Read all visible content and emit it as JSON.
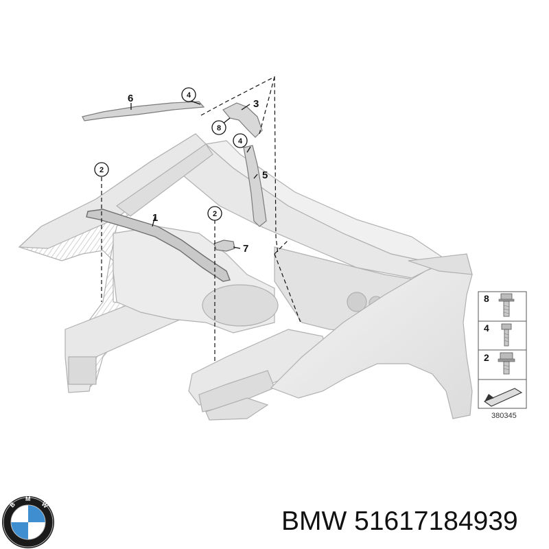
{
  "diagram": {
    "callouts": {
      "p1": "1",
      "p3": "3",
      "p5": "5",
      "p6": "6",
      "p7": "7"
    },
    "circled": {
      "c4a": "4",
      "c8": "8",
      "c4b": "4",
      "c2a": "2",
      "c2b": "2"
    },
    "legend": {
      "items": [
        {
          "num": "8",
          "icon": "flange-bolt-icon"
        },
        {
          "num": "4",
          "icon": "hex-bolt-icon"
        },
        {
          "num": "2",
          "icon": "flange-bolt-short-icon"
        }
      ],
      "nav_icon": "arrow-right-icon",
      "ref_code": "380345"
    }
  },
  "caption": {
    "brand": "BMW",
    "part_number": "51617184939"
  },
  "colors": {
    "part_fill": "#e6e6e6",
    "part_stroke": "#a9a9a9",
    "line": "#111111"
  }
}
